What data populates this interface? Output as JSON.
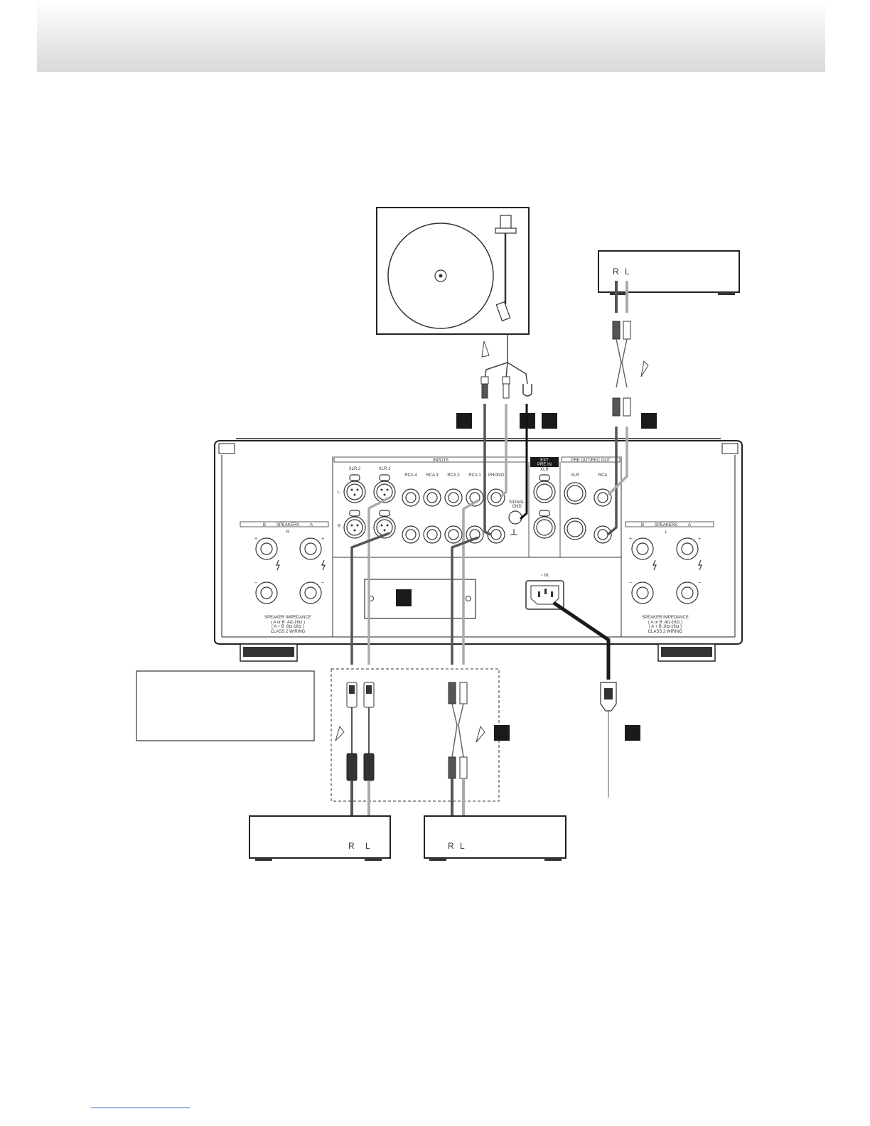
{
  "colors": {
    "cable_dark": "#555555",
    "cable_light": "#aaaaaa",
    "power_cable": "#1a1a1a",
    "badge": "#1a1a1a",
    "header_band": "#d9d9d9",
    "footer_link_line": "#4060c0"
  },
  "amplifier": {
    "inputs_label": "INPUTS",
    "xlr2_label": "XLR 2",
    "xlr1_label": "XLR 1",
    "rca4_label": "RCA 4",
    "rca3_label": "RCA 3",
    "rca2_label": "RCA 2",
    "rca1_label": "RCA 1",
    "phono_label": "PHONO",
    "signal_gnd_line1": "SIGNAL",
    "signal_gnd_line2": "GND",
    "ext_pre_in_line1": "EXT",
    "ext_pre_in_line2": "PRE IN",
    "ext_xlr_label": "XLR",
    "pre_out_label": "PRE OUT/REC OUT",
    "pre_out_xlr_label": "XLR",
    "pre_out_rca_label": "RCA",
    "channel_l": "L",
    "channel_r": "R",
    "ac_in_label": "~ IN",
    "speakers_left_panel": {
      "header_b": "B",
      "header_speakers": "SPEAKERS",
      "header_a": "A",
      "channel": "R",
      "plus": "+",
      "minus": "−",
      "impedance_title": "SPEAKER IMPEDANCE",
      "impedance_line1": "( A or B :4Ω-16Ω )",
      "impedance_line2": "( A + B :8Ω-16Ω )",
      "class2": "CLASS 2 WIRING"
    },
    "speakers_right_panel": {
      "header_b": "B",
      "header_speakers": "SPEAKERS",
      "header_a": "A",
      "channel": "L",
      "plus": "+",
      "minus": "−",
      "impedance_title": "SPEAKER IMPEDANCE",
      "impedance_line1": "( A or B :4Ω-16Ω )",
      "impedance_line2": "( A + B :8Ω-16Ω )",
      "class2": "CLASS 2 WIRING"
    }
  },
  "recorder_top_right": {
    "r": "R",
    "l": "L"
  },
  "source_bottom_left": {
    "r": "R",
    "l": "L"
  },
  "source_bottom_middle": {
    "r": "R",
    "l": "L"
  },
  "note_box": {
    "text": ""
  }
}
